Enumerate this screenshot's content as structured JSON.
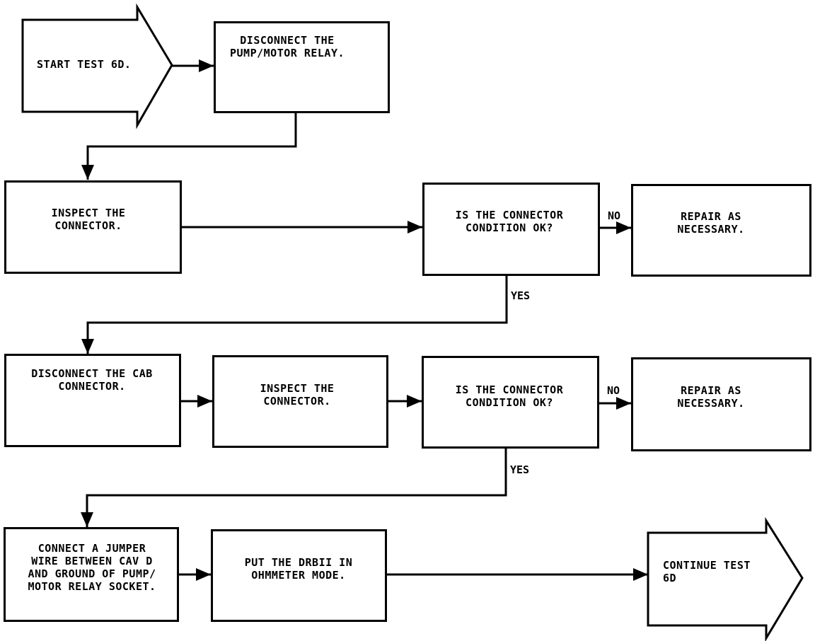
{
  "start": {
    "text": "START TEST 6D."
  },
  "steps": {
    "disconnect_relay": "DISCONNECT THE\nPUMP/MOTOR RELAY.",
    "inspect_1": "INSPECT THE\nCONNECTOR.",
    "question_1": "IS THE CONNECTOR\nCONDITION OK?",
    "repair_1": "REPAIR AS\nNECESSARY.",
    "disconnect_cab": "DISCONNECT THE CAB\nCONNECTOR.",
    "inspect_2": "INSPECT THE\nCONNECTOR.",
    "question_2": "IS THE CONNECTOR\nCONDITION OK?",
    "repair_2": "REPAIR AS\nNECESSARY.",
    "jumper": "CONNECT A JUMPER\nWIRE BETWEEN CAV D\nAND GROUND OF PUMP/\nMOTOR RELAY SOCKET.",
    "drbii": "PUT THE DRBII IN\nOHMMETER MODE."
  },
  "branches": {
    "no_1": "NO",
    "yes_1": "YES",
    "no_2": "NO",
    "yes_2": "YES"
  },
  "end": {
    "text": "CONTINUE TEST\n6D"
  }
}
